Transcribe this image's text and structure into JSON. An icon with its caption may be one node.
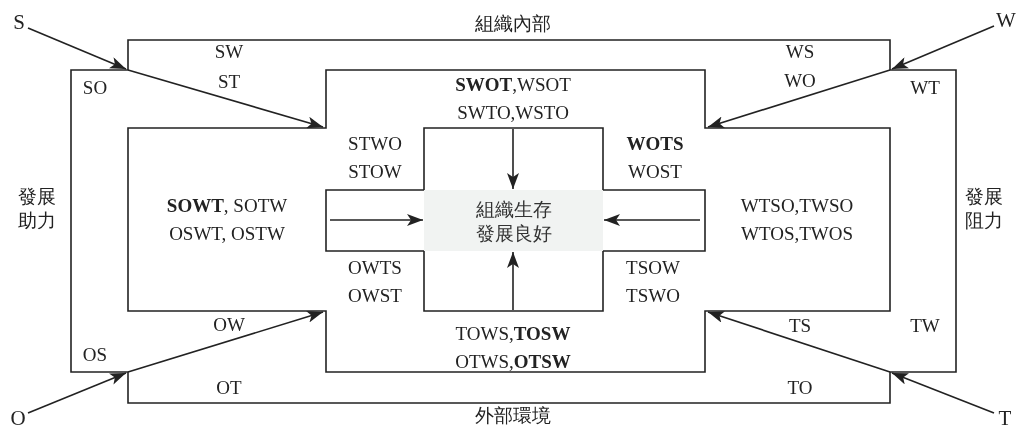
{
  "diagram": {
    "nodes": [
      {
        "text": [
          "S"
        ]
      },
      {
        "text": [
          "W"
        ]
      },
      {
        "text": [
          "O"
        ]
      },
      {
        "text": [
          "T"
        ]
      },
      {
        "text": [
          "組織內部",
          "SW",
          "WS",
          "SO",
          "ST",
          "WO",
          "WT",
          "OW",
          "TS",
          "OS",
          "TW",
          "OT",
          "TO",
          "外部環境"
        ],
        "beside": [
          "發展助力",
          "發展阻力"
        ]
      },
      {
        "text": [
          "**SWOT**,WSOT SWTO,WSTO",
          "STWO STOW",
          "**WOTS** WOST",
          "**SOWT**, SOTW OSWT, OSTW",
          "WTSO,TWSO WTOS,TWOS",
          "OWTS OWST",
          "TSOW TSWO",
          "TOWS,**TOSW** OTWS,**OTSW**"
        ],
        "in": 4
      },
      {
        "text": [],
        "shape": "cross",
        "in": 5
      },
      {
        "text": [
          "組織生存發展良好"
        ],
        "in": 6
      }
    ],
    "edges": [
      {
        "from": 0,
        "to": 4,
        "arrow": "to"
      },
      {
        "from": 4,
        "to": 5,
        "arrow": "to"
      },
      {
        "from": 1,
        "to": 4,
        "arrow": "to"
      },
      {
        "from": 4,
        "to": 5,
        "arrow": "to"
      },
      {
        "from": 2,
        "to": 4,
        "arrow": "to"
      },
      {
        "from": 4,
        "to": 5,
        "arrow": "to"
      },
      {
        "from": 3,
        "to": 4,
        "arrow": "to"
      },
      {
        "from": 4,
        "to": 5,
        "arrow": "to"
      },
      {
        "from": 6,
        "to": 7,
        "arrow": "to"
      },
      {
        "from": 6,
        "to": 7,
        "arrow": "to"
      },
      {
        "from": 6,
        "to": 7,
        "arrow": "to"
      },
      {
        "from": 6,
        "to": 7,
        "arrow": "to"
      }
    ]
  }
}
